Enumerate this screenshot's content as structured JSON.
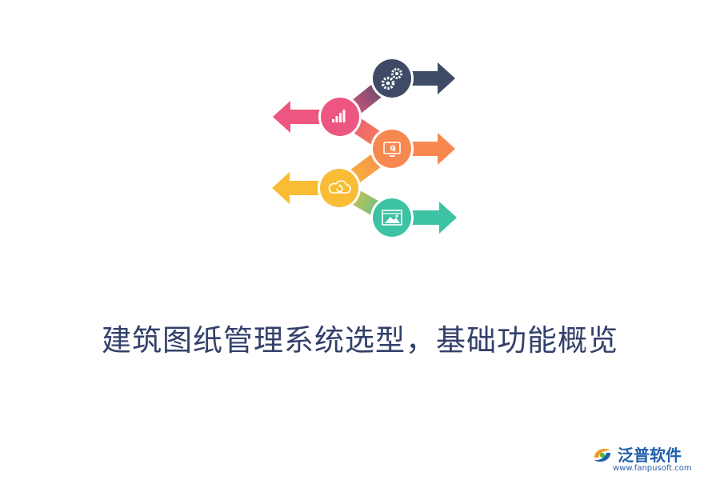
{
  "title": "建筑图纸管理系统选型，基础功能概览",
  "brand": {
    "name": "泛普软件",
    "url": "www.fanpusoft.com"
  },
  "colors": {
    "navy": "#3f4a66",
    "pink": "#ec5680",
    "orange": "#f7884f",
    "yellow": "#f8bd34",
    "teal": "#3ec2a4",
    "title": "#33406a"
  },
  "steps": [
    {
      "icon": "gears-icon",
      "color": "#3f4a66",
      "direction": "right"
    },
    {
      "icon": "bar-chart-icon",
      "color": "#ec5680",
      "direction": "left"
    },
    {
      "icon": "screen-touch-icon",
      "color": "#f7884f",
      "direction": "right"
    },
    {
      "icon": "cloud-sync-icon",
      "color": "#f8bd34",
      "direction": "left"
    },
    {
      "icon": "image-gallery-icon",
      "color": "#3ec2a4",
      "direction": "right"
    }
  ]
}
